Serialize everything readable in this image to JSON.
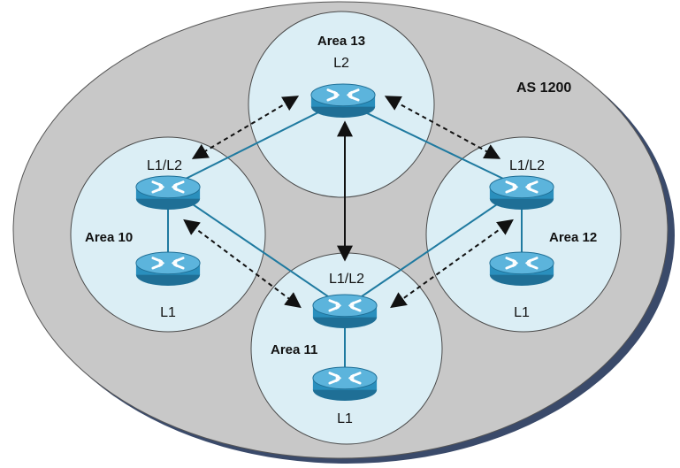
{
  "as_label": "AS 1200",
  "areas": {
    "area13": {
      "name": "Area 13",
      "router_level": "L2"
    },
    "area10": {
      "name": "Area 10",
      "upper_level": "L1/L2",
      "lower_level": "L1"
    },
    "area11": {
      "name": "Area 11",
      "upper_level": "L1/L2",
      "lower_level": "L1"
    },
    "area12": {
      "name": "Area 12",
      "upper_level": "L1/L2",
      "lower_level": "L1"
    }
  },
  "colors": {
    "as_fill": "#c8c8c8",
    "as_shadow": "#3a4a6a",
    "area_fill": "#dbeef5",
    "area_stroke": "#4a4a4a",
    "link": "#1f7aa0",
    "router_body": "#2a8fbd",
    "router_top": "#5cb4dc",
    "arrow": "#111111"
  },
  "icons": {
    "router": "router-icon"
  }
}
